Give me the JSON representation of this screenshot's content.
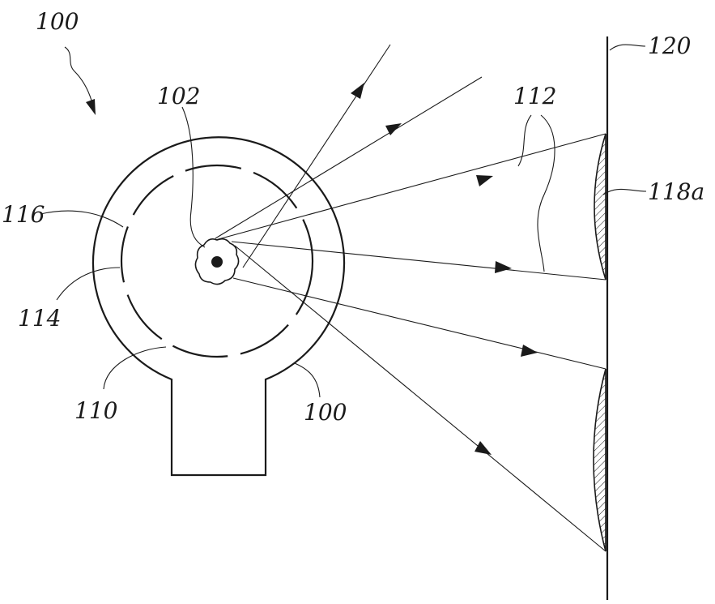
{
  "labels": {
    "device_top": "100",
    "source": "102",
    "rays": "112",
    "screen": "120",
    "pattern": "118a",
    "inner_ring": "116",
    "outer_ring": "114",
    "housing_bottom_left": "110",
    "housing_bottom_right": "100"
  },
  "colors": {
    "ink": "#1a1a1a",
    "background": "#ffffff",
    "hatch": "#1a1a1a"
  }
}
